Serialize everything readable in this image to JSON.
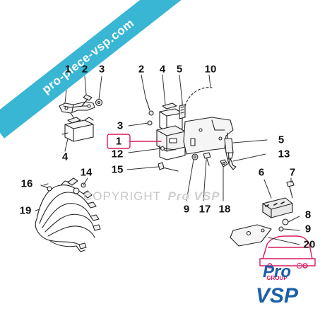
{
  "ribbon": {
    "text": "pro-piece-vsp.com",
    "color": "#39b6d3"
  },
  "watermark": {
    "copyright": "COPYRIGHT",
    "brand": "Pro VSP"
  },
  "callouts": {
    "c1_left": "1",
    "c2_left": "2",
    "c3_left": "3",
    "c4_left": "4",
    "c14": "14",
    "c16": "16",
    "c19": "19",
    "c2_mid": "2",
    "c4_mid": "4",
    "c5_top": "5",
    "c10": "10",
    "c3_mid": "3",
    "c1_mid": "1",
    "c12": "12",
    "c15": "15",
    "c5_right": "5",
    "c13": "13",
    "c9_a": "9",
    "c17": "17",
    "c18": "18",
    "c6": "6",
    "c7": "7",
    "c8": "8",
    "c9_b": "9",
    "c20": "20"
  },
  "logo": {
    "line1": "Pro",
    "line2": "VSP",
    "tagline": "GROUP",
    "accent": "#e8508a",
    "brand_color": "#1a5fa8"
  },
  "highlight_color": "#d81b60"
}
